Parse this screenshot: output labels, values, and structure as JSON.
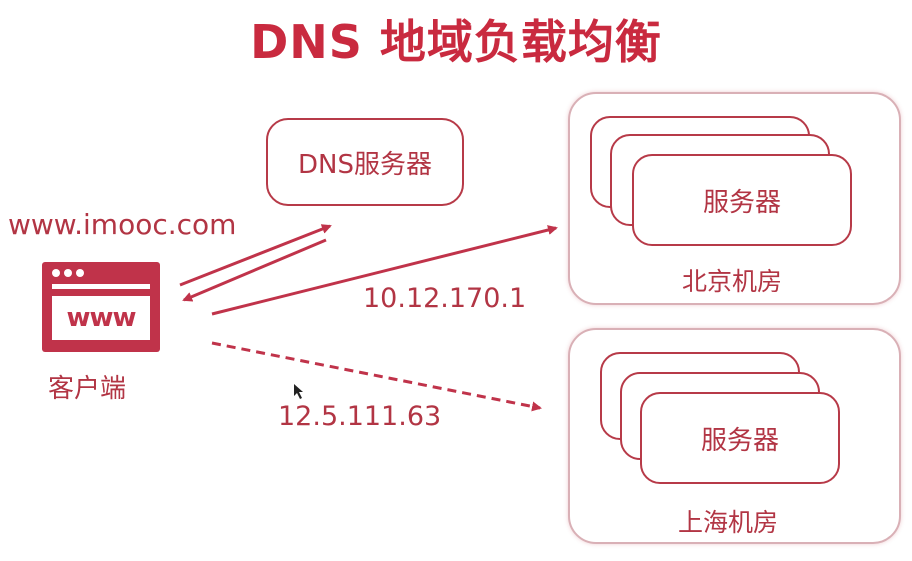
{
  "title": "DNS 地域负载均衡",
  "dns_server": {
    "label": "DNS服务器"
  },
  "client": {
    "url": "www.imooc.com",
    "icon_text": "www",
    "label": "客户端"
  },
  "datacenters": [
    {
      "label": "北京机房",
      "server_label": "服务器",
      "ip": "10.12.170.1"
    },
    {
      "label": "上海机房",
      "server_label": "服务器",
      "ip": "12.5.111.63"
    }
  ],
  "colors": {
    "accent": "#c92a3f",
    "stroke": "#b73a48",
    "datacenter_border": "#d9b0b6"
  },
  "icons": [
    "browser-icon",
    "arrow-icon",
    "cursor-icon"
  ]
}
